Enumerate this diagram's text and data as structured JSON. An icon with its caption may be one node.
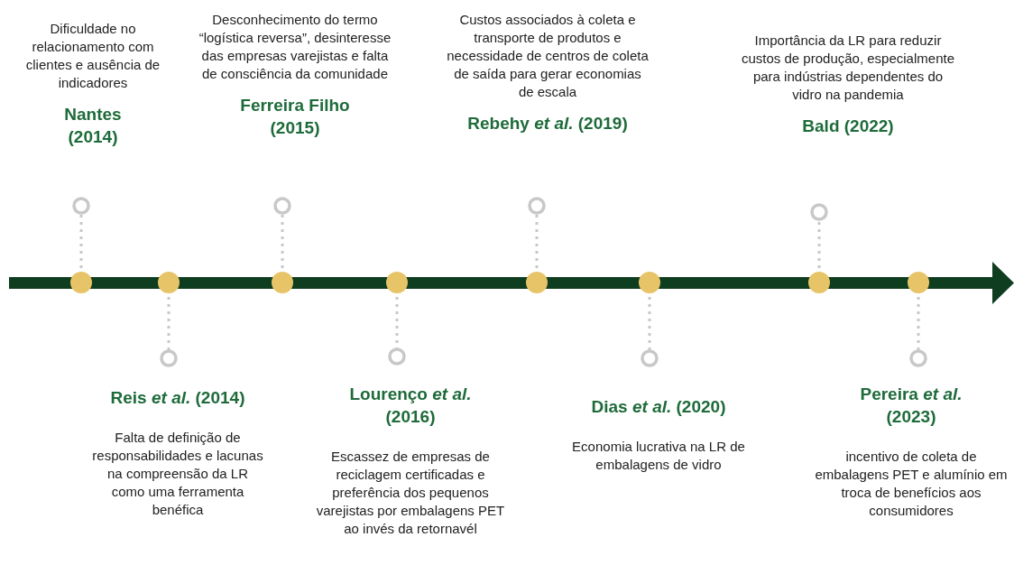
{
  "diagram": {
    "nodes": [
      {
        "text": [
          "Dificuldade no relacionamento com clientes e ausência de indicadores",
          "Nantes (2014)"
        ]
      },
      {
        "text": [
          "Reis *et al.* (2014)",
          "Falta de definição de responsabilidades e lacunas na compreensão da LR como uma ferramenta benéfica"
        ]
      },
      {
        "text": [
          "Desconhecimento do termo “logística reversa”, desinteresse das empresas varejistas e falta de consciência da comunidade",
          "Ferreira Filho (2015)"
        ]
      },
      {
        "text": [
          "Lourenço *et al.* (2016)",
          "Escassez de empresas de reciclagem certificadas e preferência dos pequenos varejistas por embalagens PET ao invés da retornavél"
        ]
      },
      {
        "text": [
          "Custos associados à coleta e transporte de produtos e necessidade de centros de coleta de saída para gerar economias de escala",
          "Rebehy *et al.* (2019)"
        ]
      },
      {
        "text": [
          "Dias *et al.* (2020)",
          "Economia lucrativa na LR de embalagens de vidro"
        ]
      },
      {
        "text": [
          "Importância da LR para reduzir custos de produção, especialmente para indústrias dependentes do vidro na pandemia",
          "Bald (2022)"
        ]
      },
      {
        "text": [
          "Pereira *et al.* (2023)",
          "incentivo de coleta de embalagens PET e alumínio em troca de benefícios aos consumidores"
        ]
      }
    ]
  }
}
